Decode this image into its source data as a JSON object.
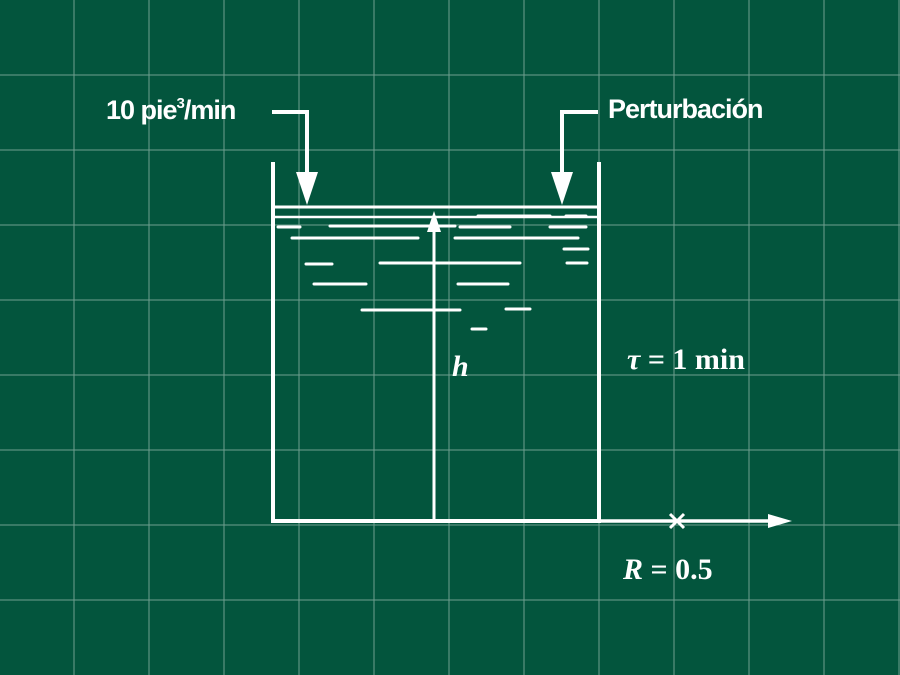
{
  "labels": {
    "inflow_rate": "10 pie",
    "inflow_exponent": "3",
    "inflow_unit": "/min",
    "disturbance": "Perturbación",
    "level": "h",
    "tau_symbol": "τ",
    "tau_value": " = 1 min",
    "r_symbol": "R",
    "r_value": " = 0.5"
  },
  "colors": {
    "background": "#03553D",
    "grid": "#9DBFB3",
    "ink": "#FFFFFF"
  }
}
